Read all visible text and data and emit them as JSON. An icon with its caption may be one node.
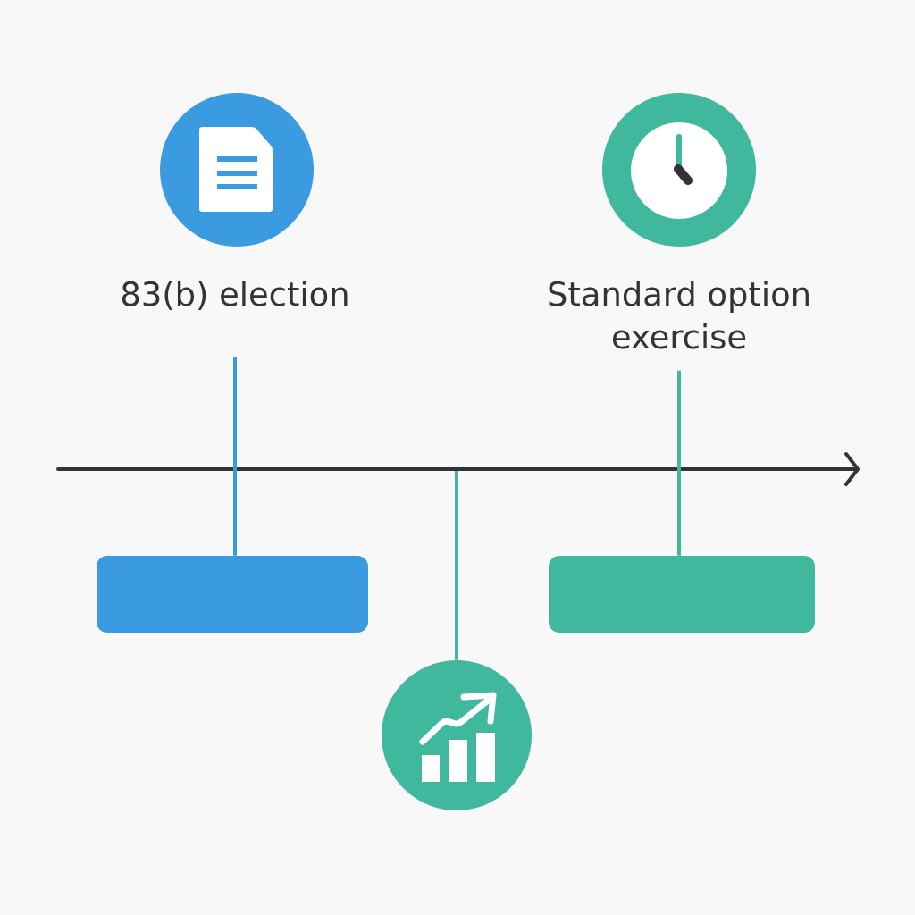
{
  "diagram": {
    "nodes": [
      {
        "text": [
          "83(b) election"
        ]
      },
      {
        "text": [
          "Standard option exercise"
        ]
      },
      {
        "text": [],
        "shape": "box"
      },
      {
        "text": [],
        "shape": "box"
      },
      {
        "text": [],
        "shape": "circle"
      }
    ],
    "edges": [
      {
        "from": 0,
        "to": 2,
        "arrow": "none",
        "color": "#3a9be0"
      },
      {
        "from": 1,
        "to": 3,
        "arrow": "none"
      },
      {
        "from": null,
        "to": 4,
        "arrow": "none"
      }
    ]
  }
}
